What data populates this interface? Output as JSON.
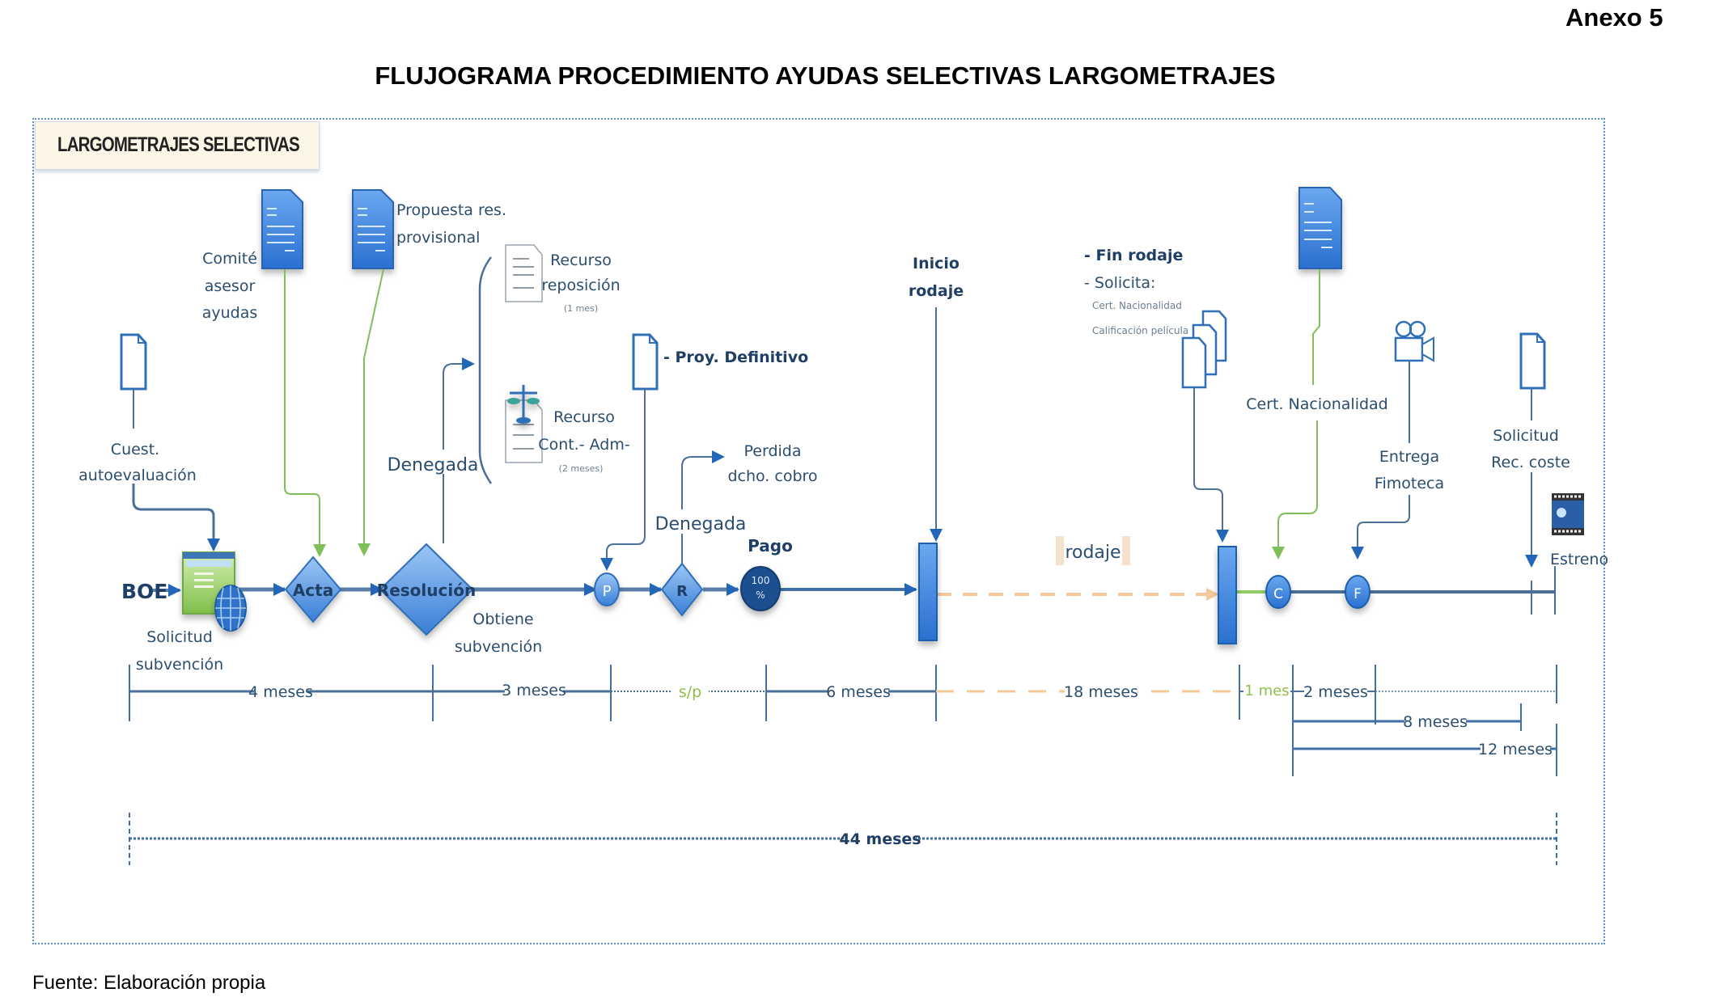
{
  "header": {
    "annex": "Anexo 5",
    "title": "FLUJOGRAMA PROCEDIMIENTO AYUDAS SELECTIVAS LARGOMETRAJES",
    "section_tag": "LARGOMETRAJES SELECTIVAS"
  },
  "footer": {
    "source": "Fuente: Elaboración propia"
  },
  "colors": {
    "process_blue": "#2f6fb8",
    "node_fill": "#5b9be6",
    "dark_node": "#1c4f8f",
    "green_flow": "#7fbf5a",
    "rodaje_dashed": "#f3c99a",
    "frame_dotted": "#5b8fd0"
  },
  "flow": {
    "start_label": "BOE",
    "nodes": {
      "solicitud": "Solicitud\nsubvención",
      "acta": "Acta",
      "resolucion": "Resolución",
      "p": "P",
      "r": "R",
      "pago_title": "Pago",
      "pago_value": "100\n%",
      "c": "C",
      "f": "F",
      "estreno": "Estreno"
    },
    "annotations": {
      "cuest": "Cuest.\nautoevaluación",
      "comite": "Comité\nasesor\nayudas",
      "propuesta": "Propuesta res.\nprovisional",
      "denegada_1": "Denegada",
      "recurso_reposicion": "Recurso\nreposición",
      "recurso_reposicion_time": "(1 mes)",
      "recurso_cont": "Recurso\nCont.- Adm-",
      "recurso_cont_time": "(2 meses)",
      "proy_definitivo": "- Proy. Definitivo",
      "denegada_2": "Denegada",
      "perdida": "Perdida\ndcho. cobro",
      "obtiene": "Obtiene\nsubvención",
      "inicio_rodaje": "Inicio\nrodaje",
      "rodaje": "rodaje",
      "fin_rodaje": "- Fin rodaje",
      "solicita": "- Solicita:",
      "solicita_items": [
        "Cert. Nacionalidad",
        "Calificación película"
      ],
      "cert_nacionalidad": "Cert. Nacionalidad",
      "entrega": "Entrega\nFimoteca",
      "solicitud_rec": "Solicitud\nRec. coste"
    }
  },
  "timeline": {
    "segments": [
      {
        "label": "4 meses",
        "style": "solid"
      },
      {
        "label": "3 meses",
        "style": "solid"
      },
      {
        "label": "s/p",
        "style": "dotted"
      },
      {
        "label": "6 meses",
        "style": "solid"
      },
      {
        "label": "18 meses",
        "style": "dashed"
      },
      {
        "label": "1 mes",
        "style": "green"
      },
      {
        "label": "2 meses",
        "style": "solid"
      }
    ],
    "spans": [
      {
        "label": "8 meses"
      },
      {
        "label": "12 meses"
      }
    ],
    "total": "44 meses"
  }
}
